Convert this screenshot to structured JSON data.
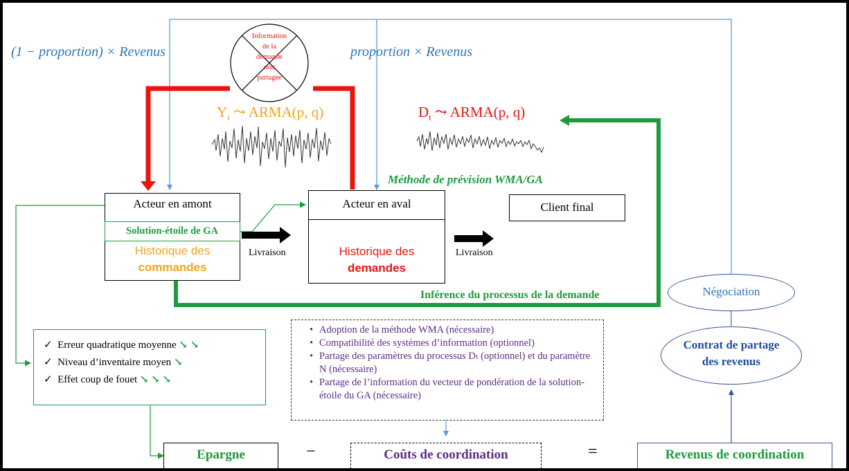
{
  "top": {
    "left_formula": "(1 − proportion) × Revenus",
    "right_formula": "proportion × Revenus",
    "no_share_circle": [
      "Information",
      "de la",
      "demande",
      "non",
      "partagée"
    ]
  },
  "series": {
    "upstream_formula_left": "Y",
    "upstream_formula_sub": "t",
    "upstream_formula_right": " ⤳ ARMA(p, q)",
    "downstream_formula_left": "D",
    "downstream_formula_sub": "t",
    "downstream_formula_right": " ⤳ ARMA(p, q)"
  },
  "method_label": "Méthode de prévision WMA/GA",
  "actors": {
    "upstream": {
      "title": "Acteur en amont",
      "ga_solution": "Solution-étoile de GA",
      "history_line1": "Historique des",
      "history_line2": "commandes"
    },
    "downstream": {
      "title": "Acteur en aval",
      "history_line1": "Historique des",
      "history_line2": "demandes"
    },
    "client": {
      "title": "Client final"
    }
  },
  "livraison1": "Livraison",
  "livraison2": "Livraison",
  "inference_label": "Inférence du processus de la demande",
  "negotiation": "Négociation",
  "contract": {
    "line1": "Contrat de partage",
    "line2": "des revenus"
  },
  "metrics": [
    {
      "label": "Erreur quadratique moyenne",
      "arrows": "↘ ↘"
    },
    {
      "label": "Niveau d’inventaire moyen",
      "arrows": "↘"
    },
    {
      "label": "Effet coup de fouet",
      "arrows": "↘ ↘ ↘"
    }
  ],
  "requirements": [
    "Adoption de la méthode WMA (nécessaire)",
    "Compatibilité des systèmes d’information (optionnel)",
    "Partage des paramètres du processus Dₜ (optionnel) et du paramètre N (nécessaire)",
    "Partage de l’information du vecteur de pondération de la solution-étoile du GA (nécessaire)"
  ],
  "equation": {
    "savings": "Epargne",
    "minus": "−",
    "costs": "Coûts de coordination",
    "equals": "=",
    "revenue": "Revenus de coordination"
  },
  "colors": {
    "red": "#e8150f",
    "green": "#1e9a3e",
    "blue_line": "#5b9bd5",
    "orange": "#f2a51c",
    "purple": "#5b2c83",
    "dark_blue": "#1f4e9a"
  }
}
